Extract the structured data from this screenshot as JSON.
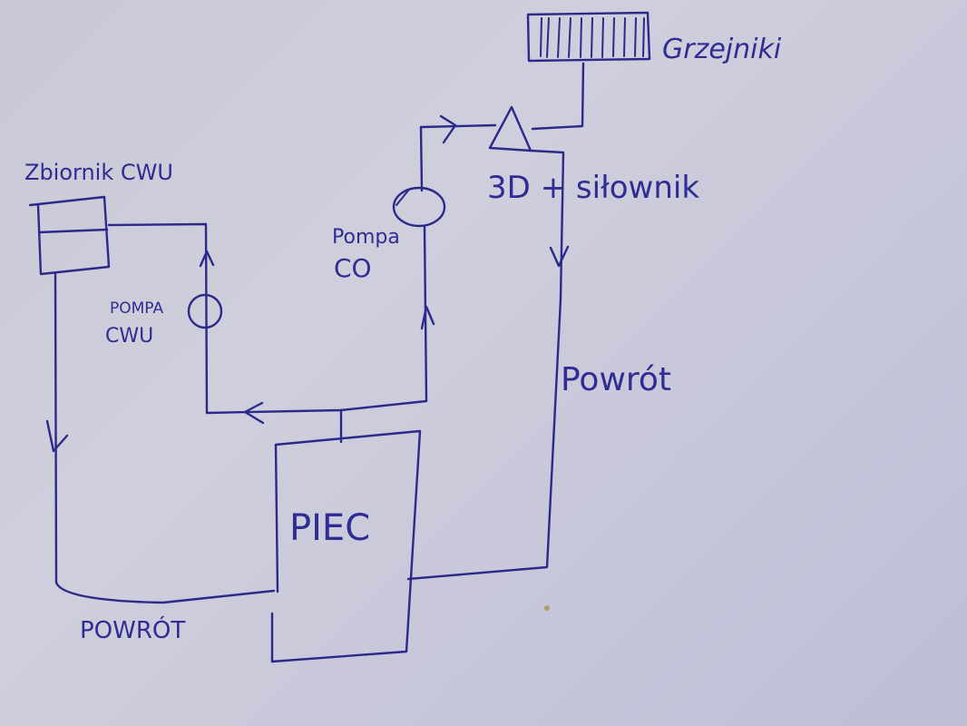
{
  "diagram": {
    "title": "",
    "ink_color": "#2b2a8c",
    "paper_color": "#cbcad8",
    "nodes": [
      {
        "id": "grzejniki",
        "label": "Grzejniki",
        "kind": "radiator"
      },
      {
        "id": "zawor",
        "label": "3D + siłownik",
        "kind": "three-way-valve-with-actuator"
      },
      {
        "id": "zbiornik",
        "label": "Zbiornik CWU",
        "kind": "tank"
      },
      {
        "id": "pompa_co",
        "label_line1": "Pompa",
        "label_line2": "CO",
        "kind": "pump"
      },
      {
        "id": "pompa_cwu",
        "label_line1": "POMPA",
        "label_line2": "CWU",
        "kind": "pump"
      },
      {
        "id": "piec",
        "label": "PIEC",
        "kind": "boiler"
      }
    ],
    "labels": {
      "grzejniki": "Grzejniki",
      "zawor": "3D + siłownik",
      "zbiornik": "Zbiornik CWU",
      "pompa_co_1": "Pompa",
      "pompa_co_2": "CO",
      "pompa_cwu_1": "POMPA",
      "pompa_cwu_2": "CWU",
      "piec": "PIEC",
      "powrot_right": "Powrót",
      "powrot_bottom": "POWRÓT"
    },
    "edges": [
      {
        "from": "piec",
        "to": "pompa_co",
        "direction": "up"
      },
      {
        "from": "pompa_co",
        "to": "zawor",
        "direction": "right"
      },
      {
        "from": "zawor",
        "to": "grzejniki",
        "direction": "up"
      },
      {
        "from": "zawor",
        "to": "piec",
        "label": "Powrót",
        "direction": "down"
      },
      {
        "from": "piec",
        "to": "pompa_cwu",
        "direction": "left"
      },
      {
        "from": "pompa_cwu",
        "to": "zbiornik",
        "direction": "up"
      },
      {
        "from": "zbiornik",
        "to": "piec",
        "label": "POWRÓT",
        "direction": "down"
      }
    ]
  }
}
